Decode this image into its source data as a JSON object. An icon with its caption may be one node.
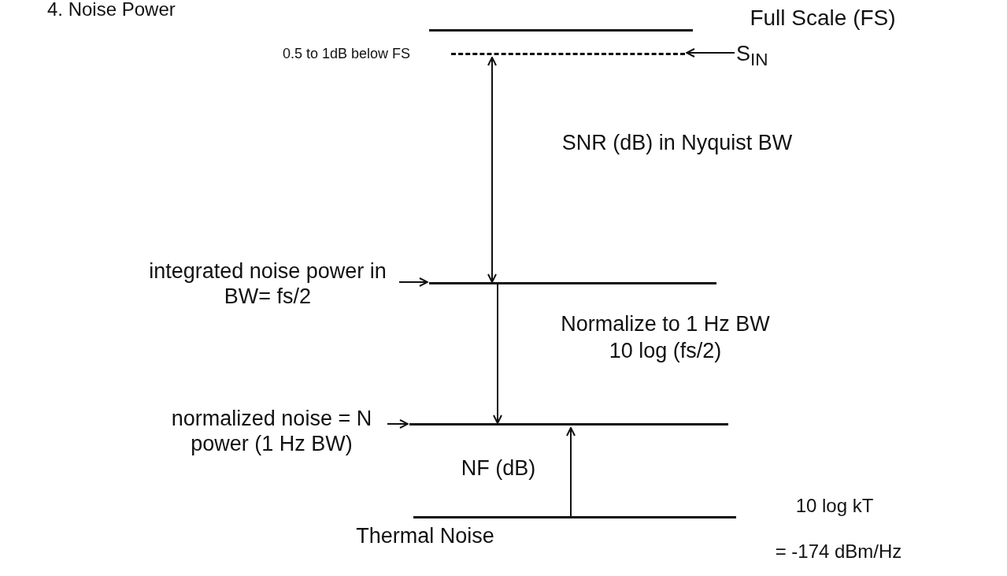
{
  "diagram": {
    "title": "4. Noise Power",
    "nodes": [
      {
        "text": [],
        "shape": "bar"
      },
      {
        "text": [],
        "shape": "bar",
        "beside": [
          "0.5 to 1dB below FS"
        ]
      },
      {
        "text": [
          "S$_{IN}$"
        ]
      },
      {
        "text": [
          "integrated noise power in BW= fs/2"
        ]
      },
      {
        "text": [],
        "shape": "bar"
      },
      {
        "text": [
          "normalized noise = N power (1 Hz BW)"
        ]
      },
      {
        "text": [],
        "shape": "bar"
      },
      {
        "text": [],
        "shape": "bar",
        "beside": [
          "Thermal Noise",
          "10 log kT",
          "= -174 dBm/Hz"
        ]
      }
    ],
    "edges": [
      {
        "from": 2,
        "to": 1,
        "arrow": "to"
      },
      {
        "from": 3,
        "to": 4,
        "arrow": "to"
      },
      {
        "from": 5,
        "to": 6,
        "arrow": "to"
      },
      {
        "from": 4,
        "to": 1,
        "arrow": "both",
        "label": "SNR (dB) in Nyquist BW"
      },
      {
        "from": 4,
        "to": 6,
        "arrow": "to",
        "label": "Normalize to 1 Hz BW 10 log (fs/2)"
      },
      {
        "from": 7,
        "to": 6,
        "arrow": "to",
        "label": "NF (dB)"
      }
    ],
    "labels": [
      "Full Scale (FS)"
    ]
  }
}
